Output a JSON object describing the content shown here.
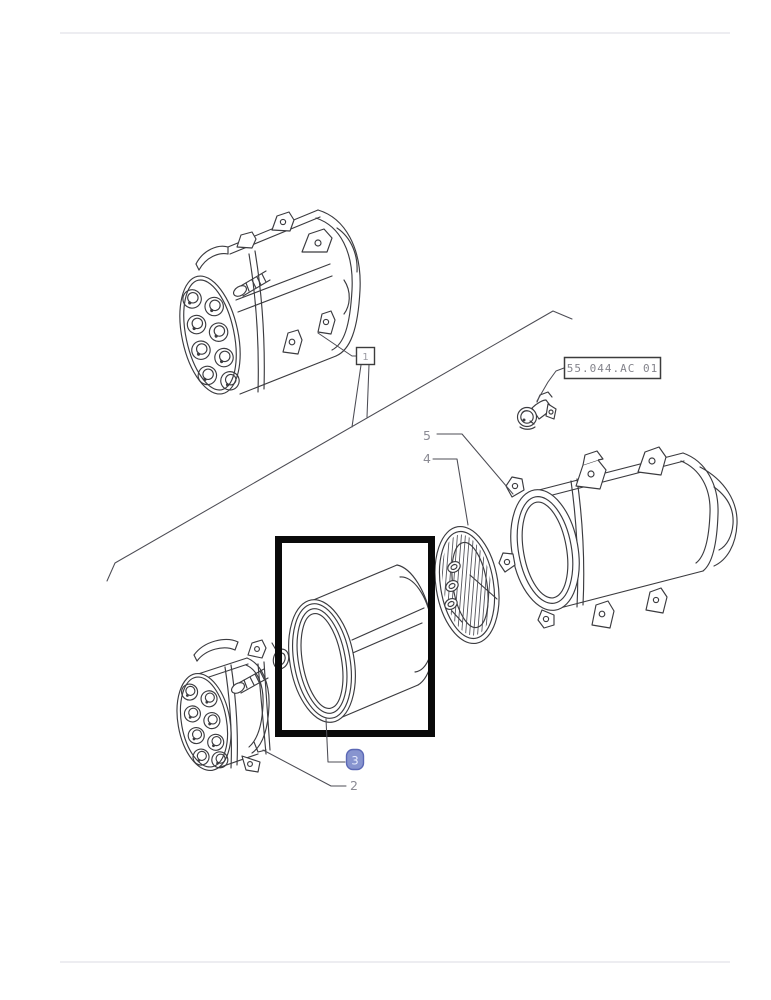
{
  "diagram": {
    "section_ref": "55.044.AC 01",
    "callouts": {
      "c1": "1",
      "c2": "2",
      "c3": "3",
      "c4": "4",
      "c5": "5"
    },
    "selected_callout": "3",
    "colors": {
      "background": "#ffffff",
      "line": "#3b3b3f",
      "leader": "#4c4c54",
      "callout_label": "#8b8b94",
      "highlight_frame": "#0a0a0a",
      "selection_fill": "#8794cf",
      "selection_border": "#5b68b5",
      "selection_text": "#e4e9fc"
    }
  }
}
